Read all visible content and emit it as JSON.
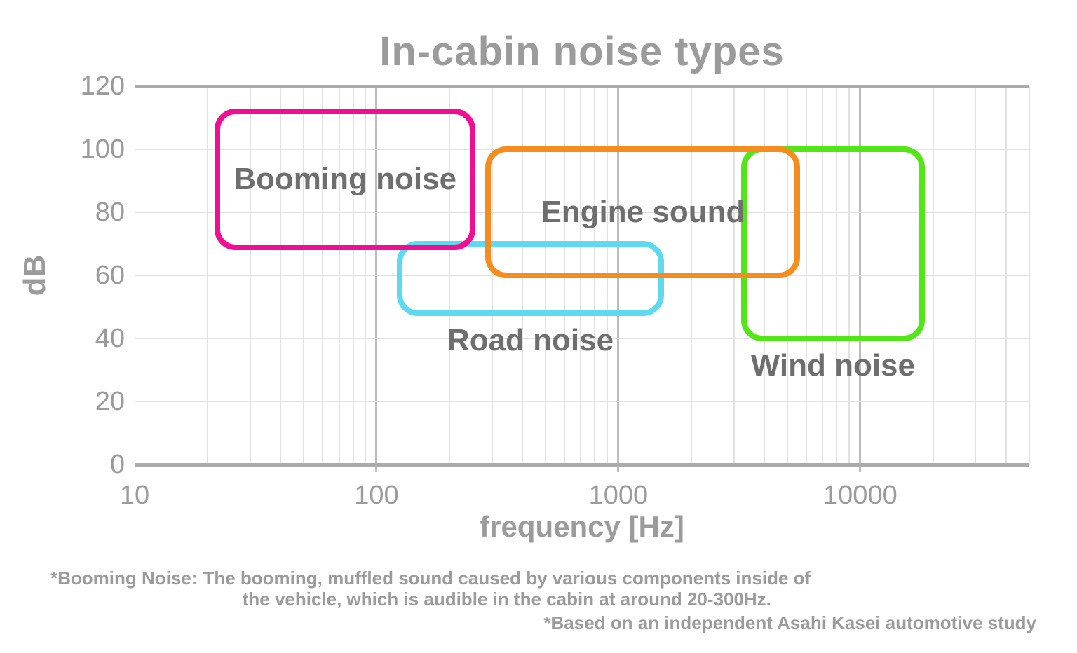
{
  "title": "In-cabin noise types",
  "colors": {
    "background": "#ffffff",
    "title_text": "#9b9b9b",
    "tick_text": "#9b9b9b",
    "region_label_text": "#6e6e6e",
    "grid_minor": "#e2e2e2",
    "grid_major": "#bcbcbc",
    "axis_frame": "#ababab",
    "footnote_text": "#9b9b9b"
  },
  "chart_data": {
    "type": "area",
    "subtype": "labeled-regions",
    "title": "In-cabin noise types",
    "xlabel": "frequency [Hz]",
    "ylabel": "dB",
    "x_scale": "log",
    "xlim": [
      10,
      50000
    ],
    "ylim": [
      0,
      120
    ],
    "x_ticks": [
      10,
      100,
      1000,
      10000
    ],
    "y_ticks": [
      0,
      20,
      40,
      60,
      80,
      100,
      120
    ],
    "grid": "on",
    "legend": "none",
    "regions": [
      {
        "name": "Wind noise",
        "freq_hz": [
          3300,
          18000
        ],
        "db": [
          40,
          100
        ],
        "color": "#52E617",
        "label_position": "below"
      },
      {
        "name": "Road noise",
        "freq_hz": [
          125,
          1500
        ],
        "db": [
          48,
          70
        ],
        "color": "#5ED9F0",
        "label_position": "below"
      },
      {
        "name": "Engine sound",
        "freq_hz": [
          290,
          5500
        ],
        "db": [
          60,
          100
        ],
        "color": "#F78C1E",
        "label_position": "inside-center"
      },
      {
        "name": "Booming noise",
        "freq_hz": [
          22,
          250
        ],
        "db": [
          69,
          112
        ],
        "color": "#F30D93",
        "label_position": "inside-center"
      }
    ]
  },
  "footnotes": {
    "booming_label": "*Booming Noise:",
    "booming_line1": "The booming, muffled sound caused by various components inside of",
    "booming_line2": "the vehicle, which is audible in the cabin at around 20-300Hz.",
    "attribution": "*Based on an independent Asahi Kasei automotive study"
  }
}
